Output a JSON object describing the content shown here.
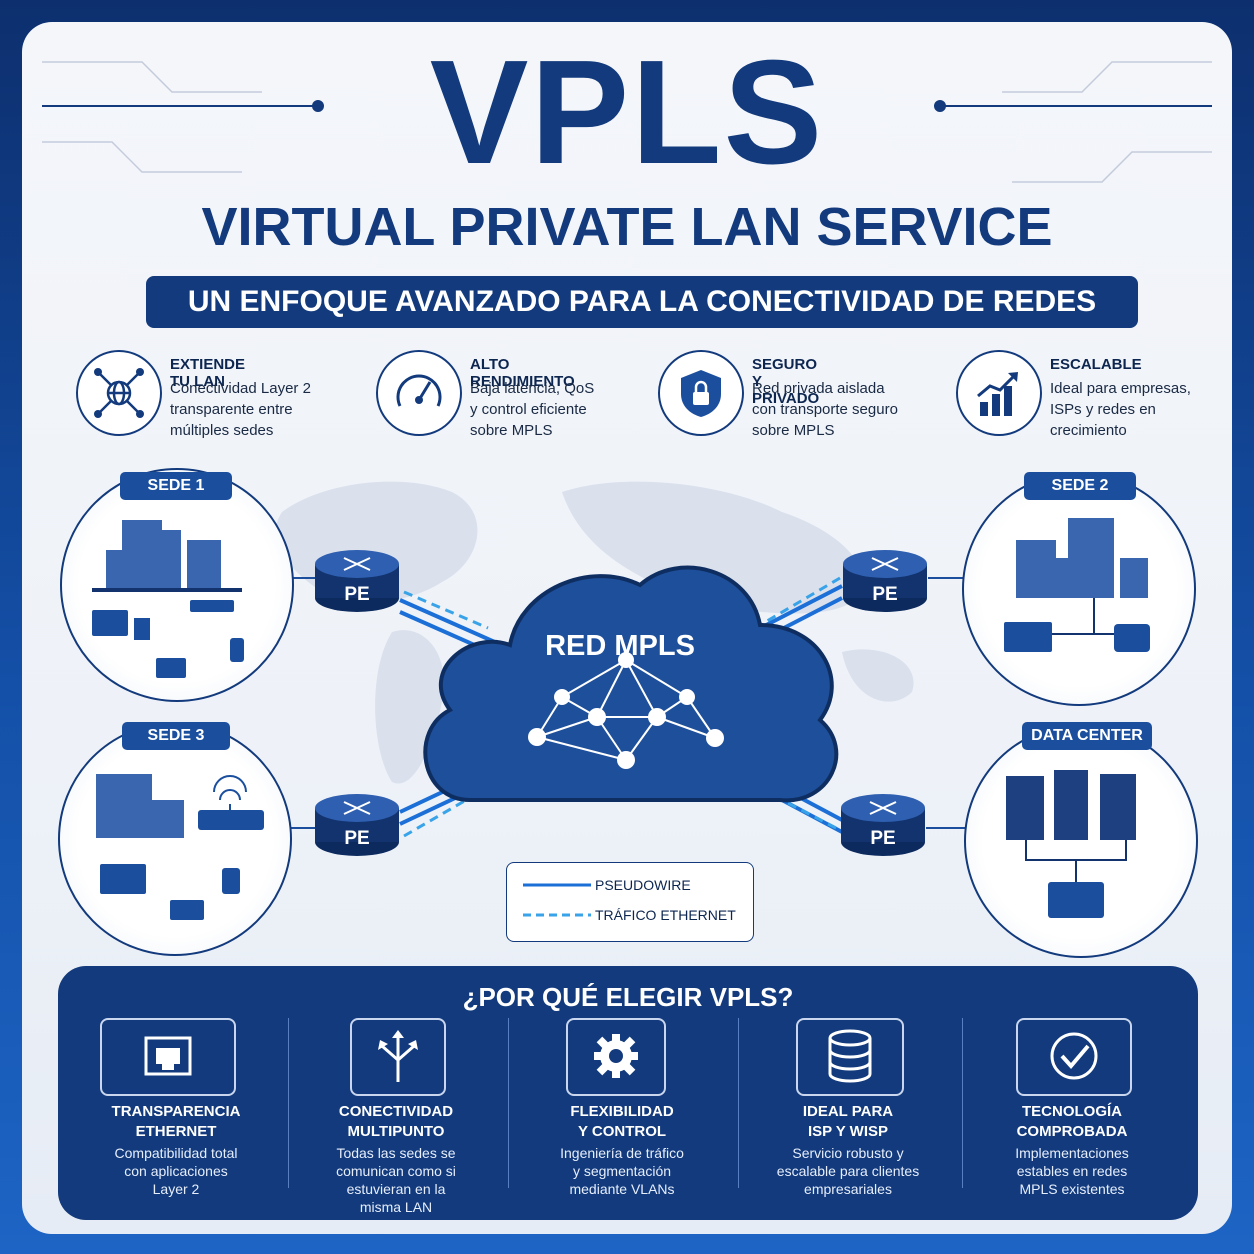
{
  "header": {
    "title": "VPLS",
    "subtitle": "VIRTUAL PRIVATE LAN SERVICE",
    "tagline": "UN ENFOQUE AVANZADO PARA LA CONECTIVIDAD DE REDES"
  },
  "features": [
    {
      "icon": "network-globe-icon",
      "title": "EXTIENDE TU LAN",
      "desc": "Conectividad Layer 2\ntransparente entre\nmúltiples sedes"
    },
    {
      "icon": "speedometer-icon",
      "title": "ALTO RENDIMIENTO",
      "desc": "Baja latencia, QoS\ny control eficiente\nsobre MPLS"
    },
    {
      "icon": "shield-lock-icon",
      "title": "SEGURO Y PRIVADO",
      "desc": "Red privada aislada\ncon transporte seguro\nsobre MPLS"
    },
    {
      "icon": "growth-chart-icon",
      "title": "ESCALABLE",
      "desc": "Ideal para empresas,\nISPs y redes en\ncrecimiento"
    }
  ],
  "diagram": {
    "cloud_label": "RED MPLS",
    "router_label": "PE",
    "sites": [
      "SEDE 1",
      "SEDE 2",
      "SEDE 3",
      "DATA CENTER"
    ],
    "legend": {
      "pseudowire": "PSEUDOWIRE",
      "ethernet": "TRÁFICO ETHERNET"
    },
    "colors": {
      "primary": "#123a7c",
      "accent": "#1b6fd6",
      "dashed": "#38a3e8"
    }
  },
  "why": {
    "title": "¿POR QUÉ ELEGIR VPLS?",
    "items": [
      {
        "icon": "ethernet-port-icon",
        "title": "TRANSPARENCIA\nETHERNET",
        "desc": "Compatibilidad total\ncon aplicaciones\nLayer 2"
      },
      {
        "icon": "split-arrows-icon",
        "title": "CONECTIVIDAD\nMULTIPUNTO",
        "desc": "Todas las sedes se\ncomunican como si\nestuvieran en la\nmisma LAN"
      },
      {
        "icon": "gear-icon",
        "title": "FLEXIBILIDAD\nY CONTROL",
        "desc": "Ingeniería de tráfico\ny segmentación\nmediante VLANs"
      },
      {
        "icon": "database-icon",
        "title": "IDEAL PARA\nISP Y WISP",
        "desc": "Servicio robusto y\nescalable para clientes\nempresariales"
      },
      {
        "icon": "check-circle-icon",
        "title": "TECNOLOGÍA\nCOMPROBADA",
        "desc": "Implementaciones\nestables en redes\nMPLS existentes"
      }
    ]
  }
}
